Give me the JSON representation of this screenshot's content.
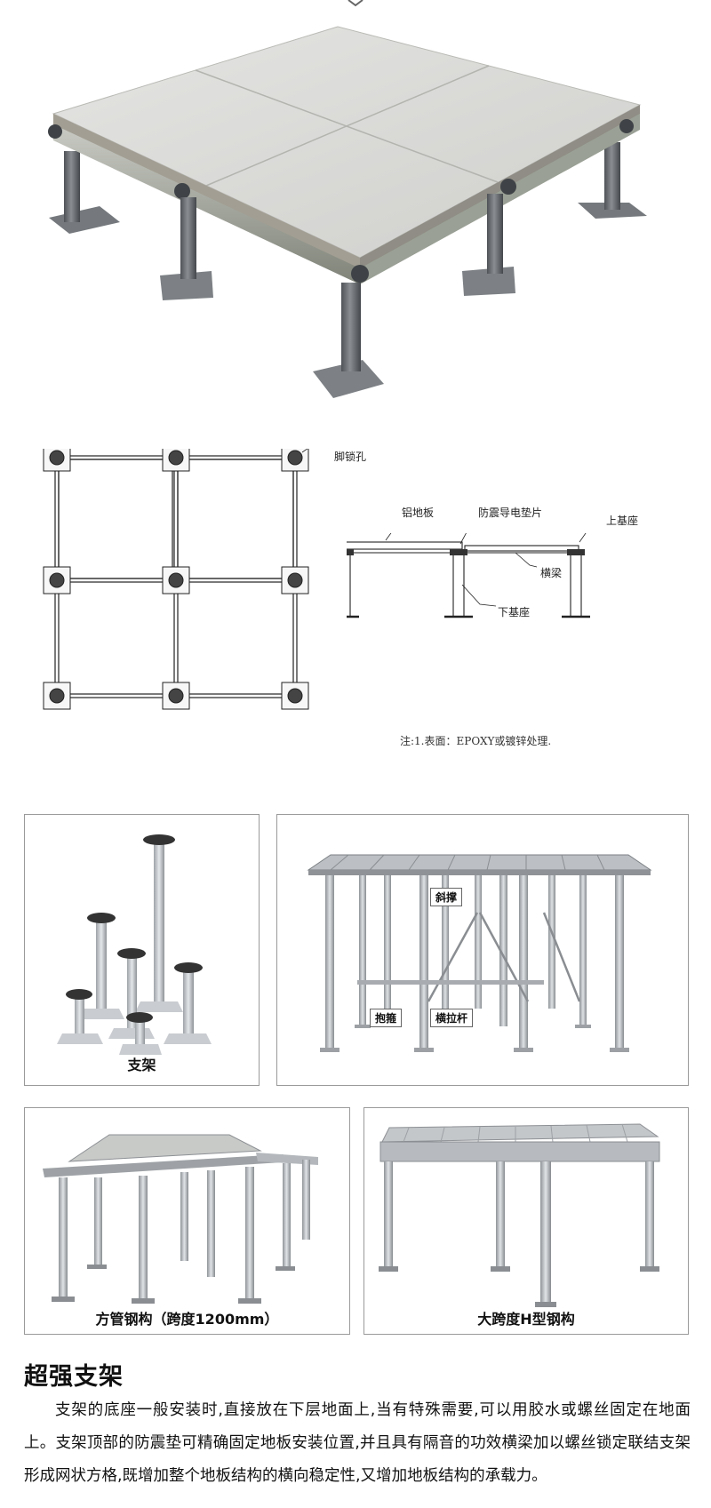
{
  "plan_labels": {
    "lock_hole": "脚锁孔"
  },
  "elevation_labels": {
    "aluminum_panel": "铝地板",
    "anti_vibration_pad": "防震导电垫片",
    "upper_base": "上基座",
    "stringer": "横梁",
    "lower_base": "下基座"
  },
  "note": "注:1.表面：EPOXY或镀锌处理.",
  "panels": {
    "pedestals": {
      "caption": "支架"
    },
    "h_frame": {
      "tags": {
        "brace": "斜撑",
        "clamp": "抱箍",
        "tie_rod": "横拉杆"
      }
    },
    "square_tube": {
      "caption": "方管钢构（跨度1200mm）"
    },
    "large_span": {
      "caption": "大跨度H型钢构"
    }
  },
  "section": {
    "title": "超强支架",
    "body": "支架的底座一般安装时,直接放在下层地面上,当有特殊需要,可以用胶水或螺丝固定在地面上。支架顶部的防震垫可精确固定地板安装位置,并且具有隔音的功效横梁加以螺丝锁定联结支架形成网状方格,既增加整个地板结构的横向稳定性,又增加地板结构的承载力。"
  },
  "colors": {
    "panel_top": "#d6d6d4",
    "steel_dark": "#6c6f72",
    "steel_light": "#c5c8cb",
    "border": "#9a9a9a"
  }
}
